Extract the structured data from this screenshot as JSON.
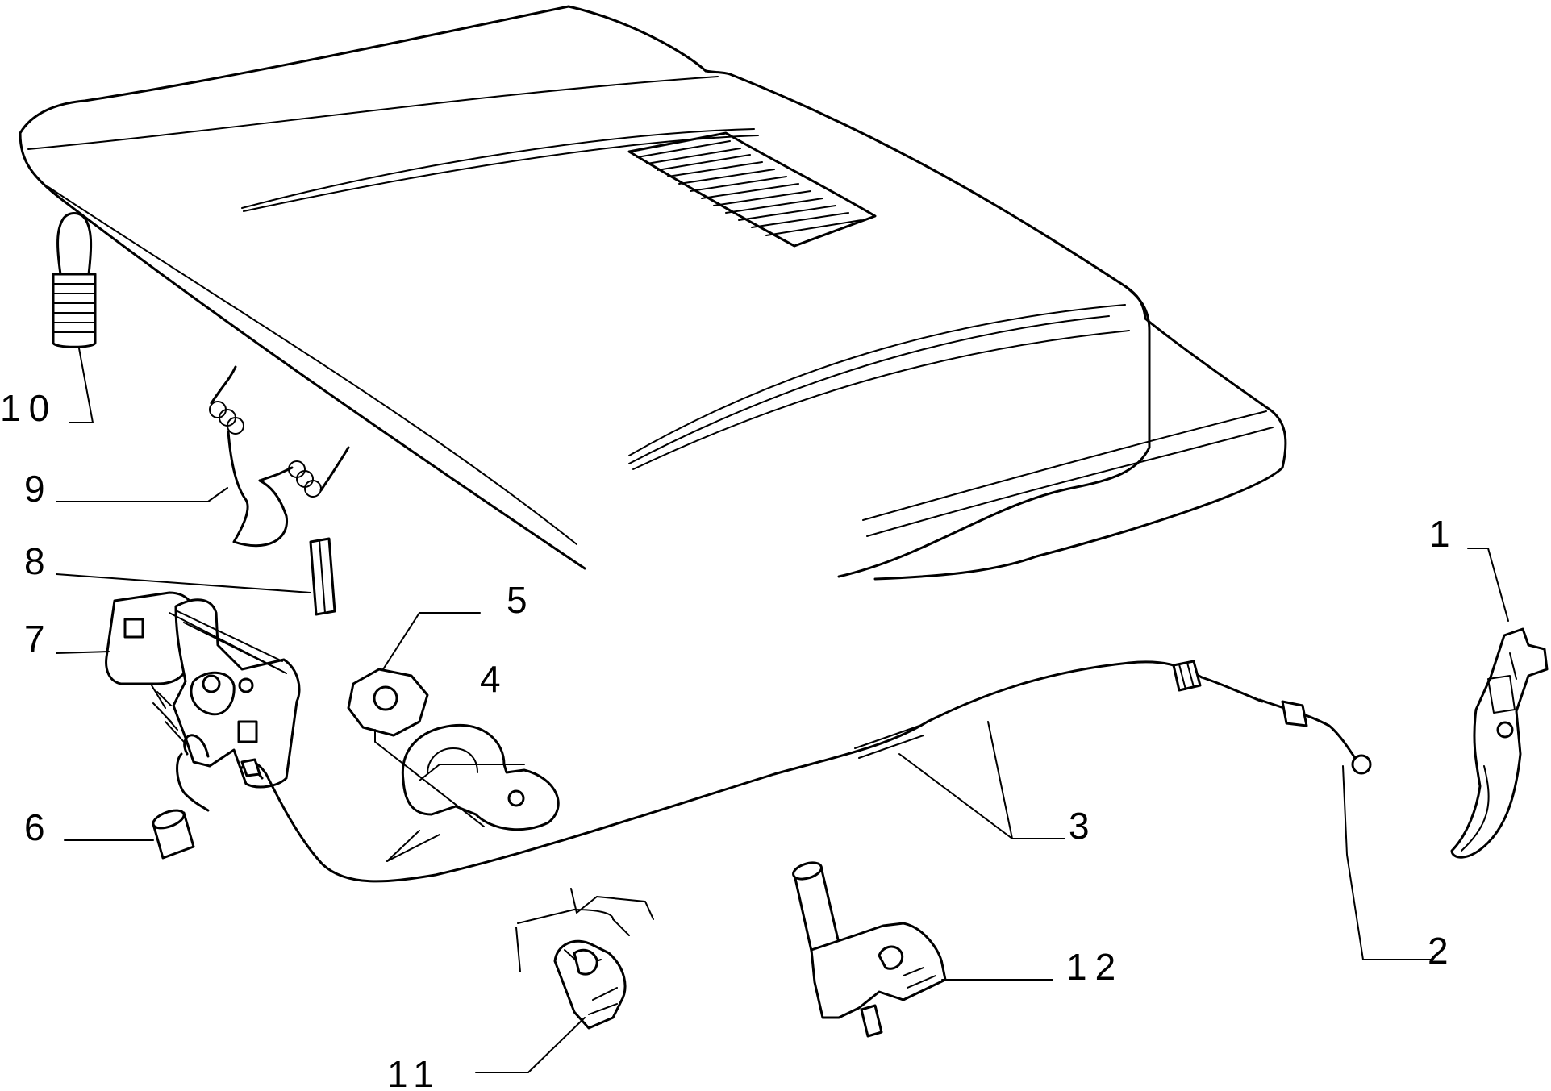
{
  "diagram": {
    "callouts": [
      {
        "id": "c1",
        "label": "1"
      },
      {
        "id": "c2",
        "label": "2"
      },
      {
        "id": "c3",
        "label": "3"
      },
      {
        "id": "c4",
        "label": "4"
      },
      {
        "id": "c5",
        "label": "5"
      },
      {
        "id": "c6",
        "label": "6"
      },
      {
        "id": "c7",
        "label": "7"
      },
      {
        "id": "c8",
        "label": "8"
      },
      {
        "id": "c9",
        "label": "9"
      },
      {
        "id": "c10",
        "label": "10"
      },
      {
        "id": "c11",
        "label": "11"
      },
      {
        "id": "c12",
        "label": "12"
      }
    ],
    "line_color": "#000000",
    "background": "#ffffff"
  }
}
